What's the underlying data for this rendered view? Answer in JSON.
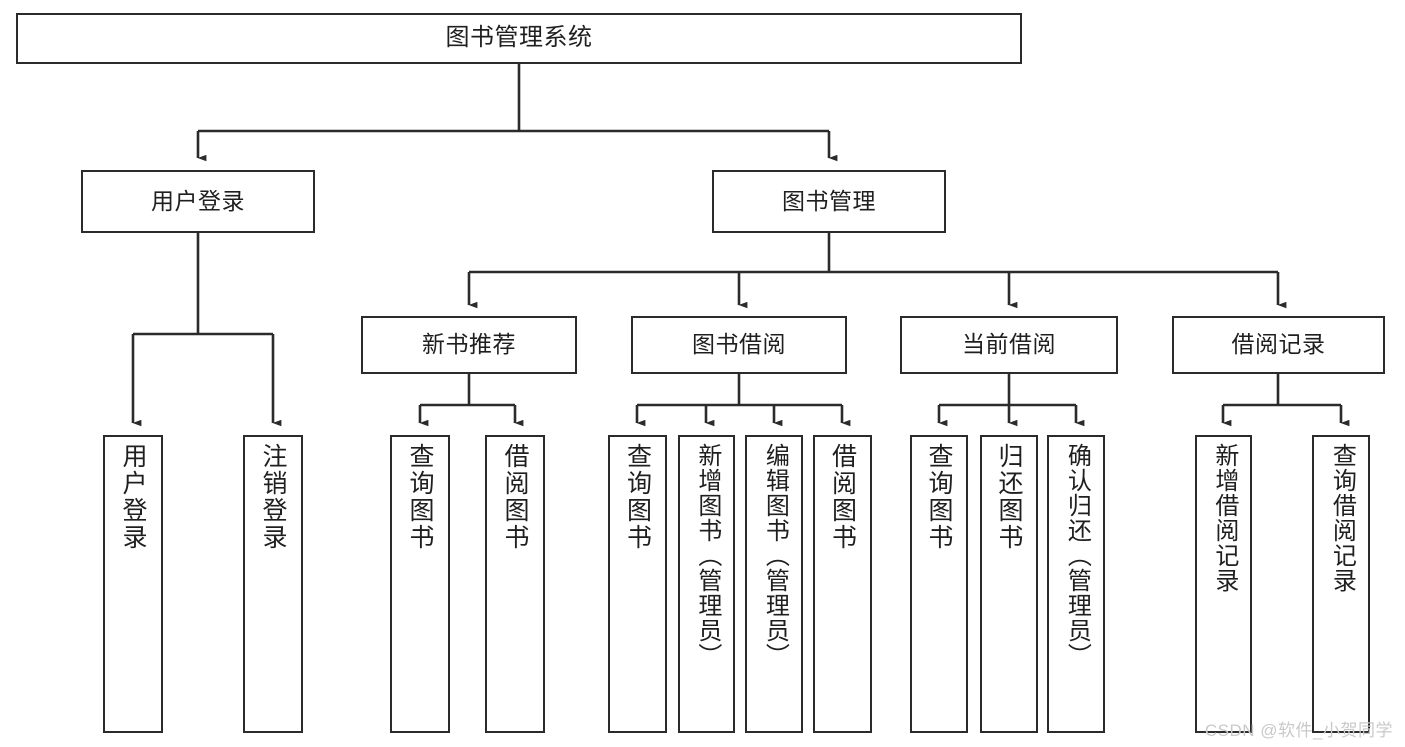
{
  "diagram": {
    "title": "图书管理系统",
    "style": {
      "box_border_color": "#2b2b2b",
      "box_fill_color": "#ffffff",
      "edge_color": "#2b2b2b",
      "text_color": "#1f1f1f",
      "background": "#ffffff"
    },
    "nodes": {
      "root": {
        "label": "图书管理系统"
      },
      "level2": [
        {
          "id": "user-login",
          "label": "用户登录"
        },
        {
          "id": "book-management",
          "label": "图书管理"
        }
      ],
      "level3": [
        {
          "id": "new-book-recommend",
          "label": "新书推荐"
        },
        {
          "id": "book-borrow",
          "label": "图书借阅"
        },
        {
          "id": "current-borrow",
          "label": "当前借阅"
        },
        {
          "id": "borrow-record",
          "label": "借阅记录"
        }
      ],
      "leaves": {
        "user-login": [
          {
            "id": "leaf-user-login",
            "label": "用户登录"
          },
          {
            "id": "leaf-user-logout",
            "label": "注销登录"
          }
        ],
        "new-book-recommend": [
          {
            "id": "leaf-query-book-1",
            "label": "查询图书"
          },
          {
            "id": "leaf-borrow-book-1",
            "label": "借阅图书"
          }
        ],
        "book-borrow": [
          {
            "id": "leaf-query-book-2",
            "label": "查询图书"
          },
          {
            "id": "leaf-add-book",
            "label": "新增图书（管理员）"
          },
          {
            "id": "leaf-edit-book",
            "label": "编辑图书（管理员）"
          },
          {
            "id": "leaf-borrow-book-2",
            "label": "借阅图书"
          }
        ],
        "current-borrow": [
          {
            "id": "leaf-query-book-3",
            "label": "查询图书"
          },
          {
            "id": "leaf-return-book",
            "label": "归还图书"
          },
          {
            "id": "leaf-confirm-return",
            "label": "确认归还（管理员）"
          }
        ],
        "borrow-record": [
          {
            "id": "leaf-add-record",
            "label": "新增借阅记录"
          },
          {
            "id": "leaf-query-record",
            "label": "查询借阅记录"
          }
        ]
      }
    }
  },
  "watermark": {
    "text": "CSDN @软件_小贺同学",
    "color": "#c9c9c9"
  }
}
